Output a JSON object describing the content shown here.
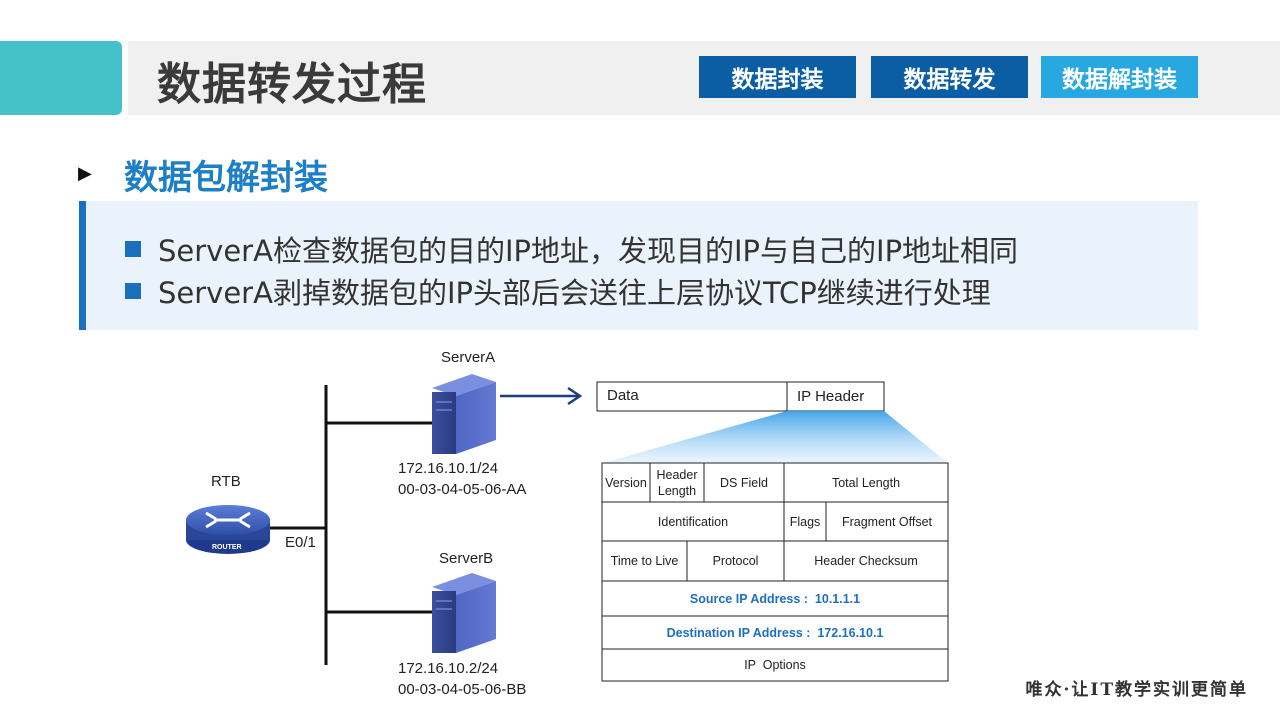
{
  "header": {
    "title": "数据转发过程",
    "tabs": [
      "数据封装",
      "数据转发",
      "数据解封装"
    ]
  },
  "section": {
    "title": "数据包解封装",
    "bullets": [
      "ServerA检查数据包的目的IP地址，发现目的IP与自己的IP地址相同",
      "ServerA剥掉数据包的IP头部后会送往上层协议TCP继续进行处理"
    ]
  },
  "diagram": {
    "router": {
      "name": "RTB",
      "badge": "ROUTER",
      "interface": "E0/1"
    },
    "server_a": {
      "name": "ServerA",
      "ip": "172.16.10.1/24",
      "mac": "00-03-04-05-06-AA"
    },
    "server_b": {
      "name": "ServerB",
      "ip": "172.16.10.2/24",
      "mac": "00-03-04-05-06-BB"
    },
    "packet": {
      "data": "Data",
      "ip_header": "IP Header"
    },
    "ip_header_fields": {
      "version": "Version",
      "header_length": "Header Length",
      "ds_field": "DS Field",
      "total_length": "Total Length",
      "identification": "Identification",
      "flags": "Flags",
      "fragment_offset": "Fragment Offset",
      "ttl": "Time to Live",
      "protocol": "Protocol",
      "checksum": "Header Checksum",
      "source": "Source IP Address :  10.1.1.1",
      "destination": "Destination IP Address :  172.16.10.1",
      "options": "IP  Options"
    }
  },
  "footer": {
    "slogan": "唯众·让IT教学实训更简单"
  },
  "colors": {
    "accent_teal": "#45c1c9",
    "tab_dark": "#0b5ea4",
    "tab_active": "#27a8e0",
    "section_blue": "#1d7fc6"
  }
}
